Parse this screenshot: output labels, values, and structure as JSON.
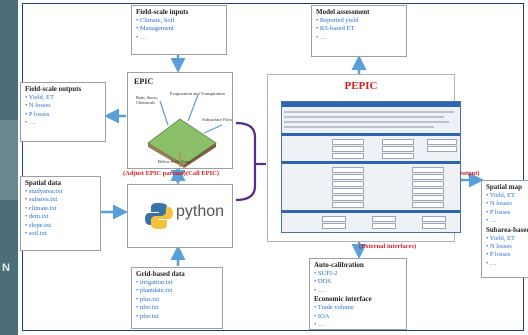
{
  "field_inputs": {
    "title": "Field-scale inputs",
    "items": [
      "Climate, Soil",
      "Management",
      "…"
    ]
  },
  "model_assessment": {
    "title": "Model assessment",
    "items": [
      "Reported yield",
      "RS-based ET",
      "…"
    ]
  },
  "field_outputs": {
    "title": "Field-scale outputs",
    "items": [
      "Yield, ET",
      "N losses",
      "P losses",
      "…"
    ]
  },
  "epic": {
    "title": "EPIC",
    "diagram_labels": [
      "Rain, Snow, Chemicals",
      "Evaporation and Transpiration",
      "Subsurface Flow",
      "Below Root Zone"
    ]
  },
  "pepic": {
    "title": "PEPIC"
  },
  "python": {
    "label": "python"
  },
  "labels": {
    "adjust": "(Adjust EPIC params)",
    "call": "(Call EPIC)",
    "output": "(Output)",
    "external": "(External interfaces)"
  },
  "spatial_data": {
    "title": "Spatial data",
    "items": [
      "studyarea.txt",
      "subarea.txt",
      "climate.txt",
      "dem.txt",
      "slope.txt",
      "soil.txt"
    ]
  },
  "grid_data": {
    "title": "Grid-based data",
    "items": [
      "irrigation.txt",
      "plantdate.txt",
      "plus.txt",
      "nfer.txt",
      "pfer.txt"
    ]
  },
  "auto_calibration": {
    "title": "Auto-calibration",
    "items": [
      "SUFI-2",
      "DDS",
      "…"
    ]
  },
  "economic_interface": {
    "title": "Economic interface",
    "items": [
      "Trade volume",
      "IOA",
      "…"
    ]
  },
  "spatial_map": {
    "title": "Spatial map",
    "items": [
      "Yield, ET",
      "N losses",
      "P losses",
      "…"
    ]
  },
  "subarea": {
    "title": "Subarea-based",
    "items": [
      "Yield, ET",
      "N losses",
      "P losses",
      "…"
    ]
  },
  "side_letter": "N",
  "colors": {
    "arrow_blue": "#5aa0d8",
    "label_red": "#d81e1e",
    "bracket_purple": "#5b2a86",
    "frame_blue": "#1f3f75",
    "list_blue": "#2a6fd6"
  }
}
